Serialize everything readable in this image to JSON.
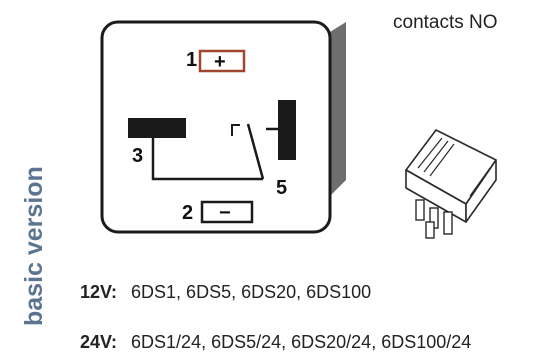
{
  "side_label": "basic version",
  "contacts_title": "contacts  NO",
  "pins": {
    "pin1": "1",
    "pin1_symbol": "+",
    "pin2": "2",
    "pin2_symbol": "−",
    "pin3": "3",
    "pin5": "5"
  },
  "models": [
    {
      "voltage": "12V:",
      "list": "6DS1, 6DS5, 6DS20, 6DS100"
    },
    {
      "voltage": "24V:",
      "list": "6DS1/24, 6DS5/24, 6DS20/24, 6DS100/24"
    }
  ],
  "colors": {
    "side_label": "#5b7591",
    "plus_box": "#a0462e",
    "box_shadow": "#6e6e6e",
    "lines": "#1a1a1a"
  },
  "icons": {
    "relay": "relay-module-icon"
  }
}
